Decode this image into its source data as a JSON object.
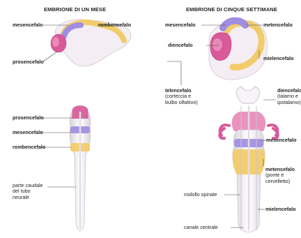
{
  "left_panel": {
    "title": "EMBRIONE DI UN MESE",
    "labels": {
      "mesencefalo": "mesencefalo",
      "rombencefalo": "rombencefalo",
      "prosencefalo": "prosencefalo",
      "prosencefalo2": "prosencefalo",
      "mesencefalo2": "mesencefalo",
      "rombencefalo2": "rombencefalo",
      "parte_caudale": [
        "parte caudale",
        "del tubo",
        "neurale"
      ]
    }
  },
  "right_panel": {
    "title": "EMBRIONE DI CINQUE SETTIMANE",
    "labels": {
      "mesencefalo": "mesencefalo",
      "metencefalo": "metencefalo",
      "diencefalo": "diencefalo",
      "mielencefalo": "mielencefalo",
      "telencefalo": [
        "telencefalo",
        "(corteccia e",
        "bulbo olfattivo)"
      ],
      "diencefalo2": [
        "diencefalo",
        "(talamo e",
        "ipotalamo)"
      ],
      "mesencefalo2": "mesencefalo",
      "metencefalo2": [
        "metencefalo",
        "(ponte e",
        "cervelletto)"
      ],
      "midollo_spinale": "midollo spinale",
      "mielencefalo2": "mielencefalo",
      "canale_centrale": "canale centrale"
    }
  },
  "colors": {
    "prosencefalo": "#d85a98",
    "mesencefalo": "#9f8ee0",
    "rombencefalo": "#f2cc6a",
    "tessuto": "#f7f1f6",
    "linee": "#444444"
  }
}
